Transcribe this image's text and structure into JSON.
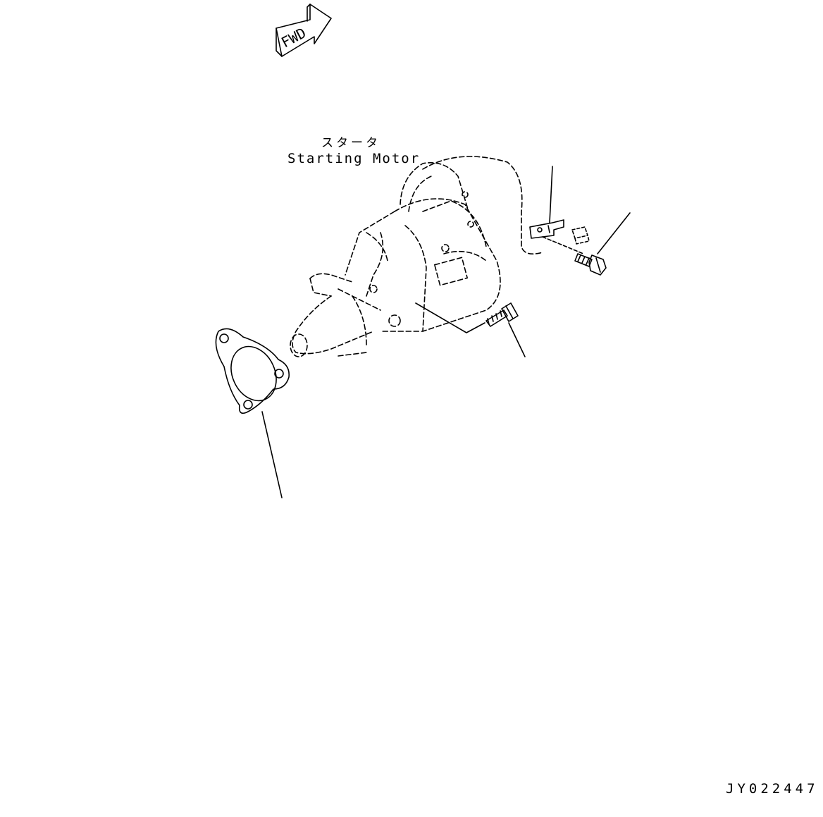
{
  "fwd_arrow": {
    "text": "FWD"
  },
  "part_label": {
    "japanese": "スタータ",
    "english": "Starting Motor"
  },
  "drawing_number": "JY022447",
  "colors": {
    "line": "#000000",
    "background": "#ffffff"
  }
}
